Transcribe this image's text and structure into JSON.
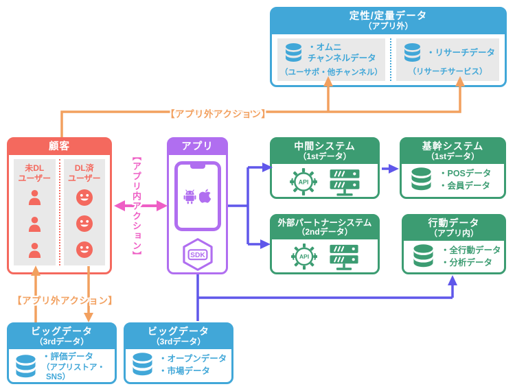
{
  "colors": {
    "blue": "#41a7d8",
    "red": "#f4695e",
    "purple": "#b06ef0",
    "green": "#3c9c72",
    "orange": "#f2a05f",
    "pink": "#ee5fc5",
    "violet": "#5f57ea",
    "gray": "#e9e9e9"
  },
  "labels": {
    "action_outside_top": "【アプリ外アクション】",
    "action_outside_bottom": "【アプリ外アクション】",
    "action_inside": "【アプリ内アクション】"
  },
  "qual_quant": {
    "title": "定性/定量データ",
    "subtitle": "（アプリ外）",
    "omni": {
      "line1": "・オムニ",
      "line2": "チャンネルデータ",
      "note": "（ユーサポ・他チャンネル）"
    },
    "research": {
      "line1": "・リサーチデータ",
      "note": "（リサーチサービス）"
    }
  },
  "customer": {
    "title": "顧客",
    "col_not_dl": {
      "line1": "未DL",
      "line2": "ユーザー"
    },
    "col_dl": {
      "line1": "DL済",
      "line2": "ユーザー"
    }
  },
  "app": {
    "title": "アプリ",
    "sdk": "SDK"
  },
  "mid_system": {
    "title": "中間システム",
    "subtitle": "（1stデータ）",
    "api": "API"
  },
  "core_system": {
    "title": "基幹システム",
    "subtitle": "（1stデータ）",
    "items": [
      "・POSデータ",
      "・会員データ"
    ]
  },
  "partner_system": {
    "title": "外部パートナーシステム",
    "subtitle": "（2ndデータ）",
    "api": "API"
  },
  "behavior_data": {
    "title": "行動データ",
    "subtitle": "（アプリ内）",
    "items": [
      "・全行動データ",
      "・分析データ"
    ]
  },
  "bigdata_eval": {
    "title": "ビッグデータ",
    "subtitle": "（3rdデータ）",
    "lines": [
      "・評価データ",
      "（アプリストア・",
      "SNS）"
    ]
  },
  "bigdata_open": {
    "title": "ビッグデータ",
    "subtitle": "（3rdデータ）",
    "items": [
      "・オープンデータ",
      "・市場データ"
    ]
  }
}
